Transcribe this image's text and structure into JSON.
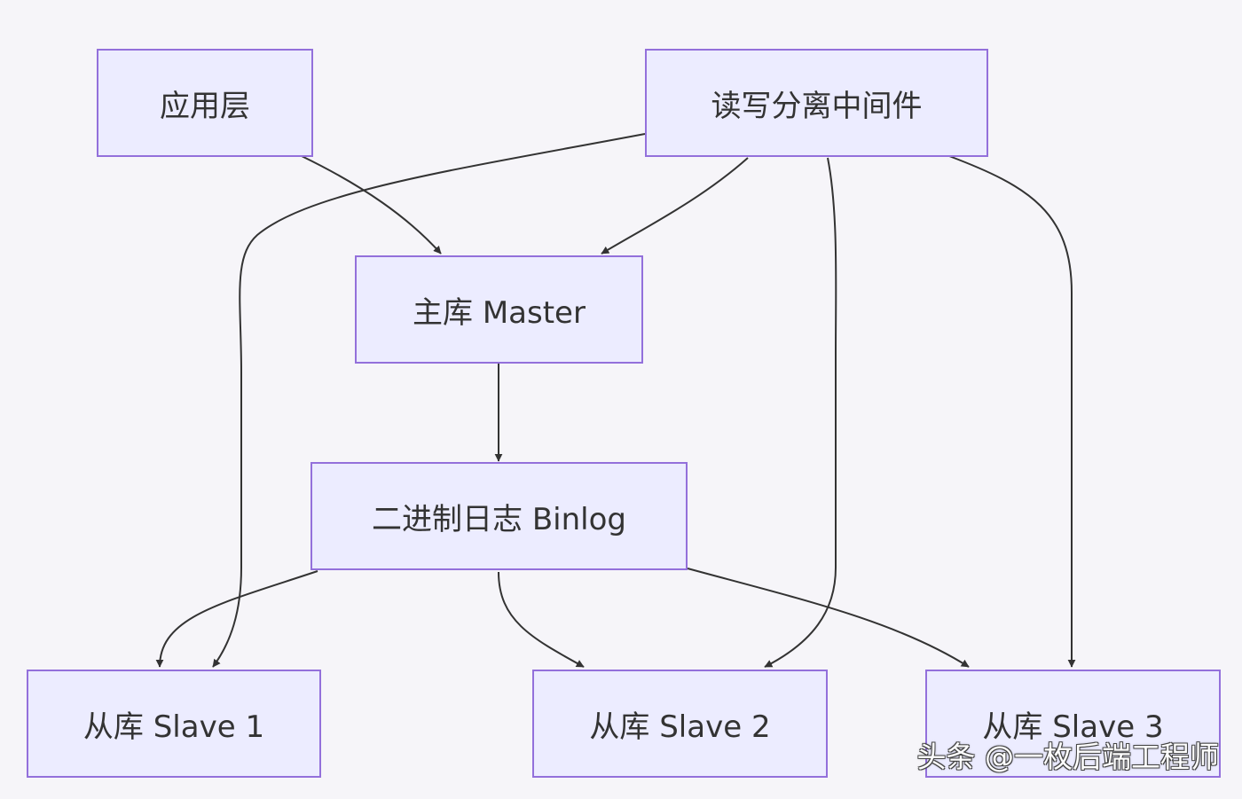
{
  "diagram": {
    "nodes": {
      "app_layer": "应用层",
      "rw_middleware": "读写分离中间件",
      "master": "主库 Master",
      "binlog": "二进制日志 Binlog",
      "slave1": "从库 Slave 1",
      "slave2": "从库 Slave 2",
      "slave3": "从库 Slave 3"
    },
    "edges": [
      {
        "from": "app_layer",
        "to": "master"
      },
      {
        "from": "rw_middleware",
        "to": "master"
      },
      {
        "from": "rw_middleware",
        "to": "slave1"
      },
      {
        "from": "rw_middleware",
        "to": "slave2"
      },
      {
        "from": "rw_middleware",
        "to": "slave3"
      },
      {
        "from": "master",
        "to": "binlog"
      },
      {
        "from": "binlog",
        "to": "slave1"
      },
      {
        "from": "binlog",
        "to": "slave2"
      },
      {
        "from": "binlog",
        "to": "slave3"
      }
    ],
    "colors": {
      "node_fill": "#ececff",
      "node_border": "#9370db",
      "edge": "#333333",
      "background": "#f6f5f9"
    }
  },
  "watermark": "头条 @一枚后端工程师"
}
